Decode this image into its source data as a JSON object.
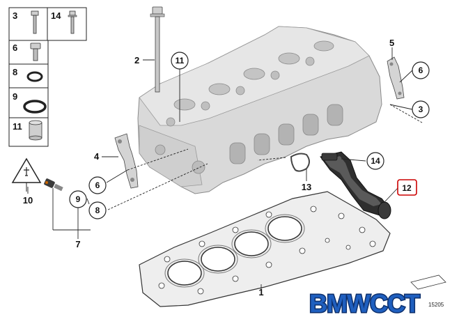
{
  "legend": {
    "items": [
      {
        "num": "3",
        "part": "bolt-icon"
      },
      {
        "num": "14",
        "part": "flange-bolt-icon"
      },
      {
        "num": "6",
        "part": "hex-bolt-icon"
      },
      {
        "num": "8",
        "part": "small-seal-ring-icon"
      },
      {
        "num": "9",
        "part": "large-seal-ring-icon"
      },
      {
        "num": "11",
        "part": "sleeve-icon"
      }
    ]
  },
  "callouts": {
    "c1": "1",
    "c2": "2",
    "c3": "3",
    "c4": "4",
    "c5": "5",
    "c6a": "6",
    "c6b": "6",
    "c7": "7",
    "c8": "8",
    "c9": "9",
    "c10": "10",
    "c11": "11",
    "c12": "12",
    "c13": "13",
    "c14": "14"
  },
  "diagram_number": "15205",
  "watermark": "BMWCCT",
  "colors": {
    "part_fill": "#d9d9d9",
    "part_shadow": "#b3b3b3",
    "outline": "#222222",
    "highlight_box": "#cc0000",
    "watermark_blue": "#1f5fbf"
  }
}
